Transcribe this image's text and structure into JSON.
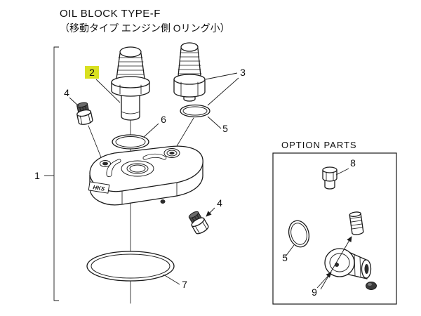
{
  "title": "OIL BLOCK TYPE-F",
  "subtitle": "（移動タイプ エンジン側 Oリング小）",
  "brand_label": "HKS",
  "colors": {
    "line": "#1a1a1a",
    "highlight": "#d9e021",
    "background": "#ffffff"
  },
  "option_box": {
    "label": "OPTION PARTS"
  },
  "callouts": {
    "c1": "1",
    "c2": "2",
    "c3": "3",
    "c4a": "4",
    "c4b": "4",
    "c5a": "5",
    "c5b": "5",
    "c6": "6",
    "c7": "7",
    "c8": "8",
    "c9": "9"
  }
}
